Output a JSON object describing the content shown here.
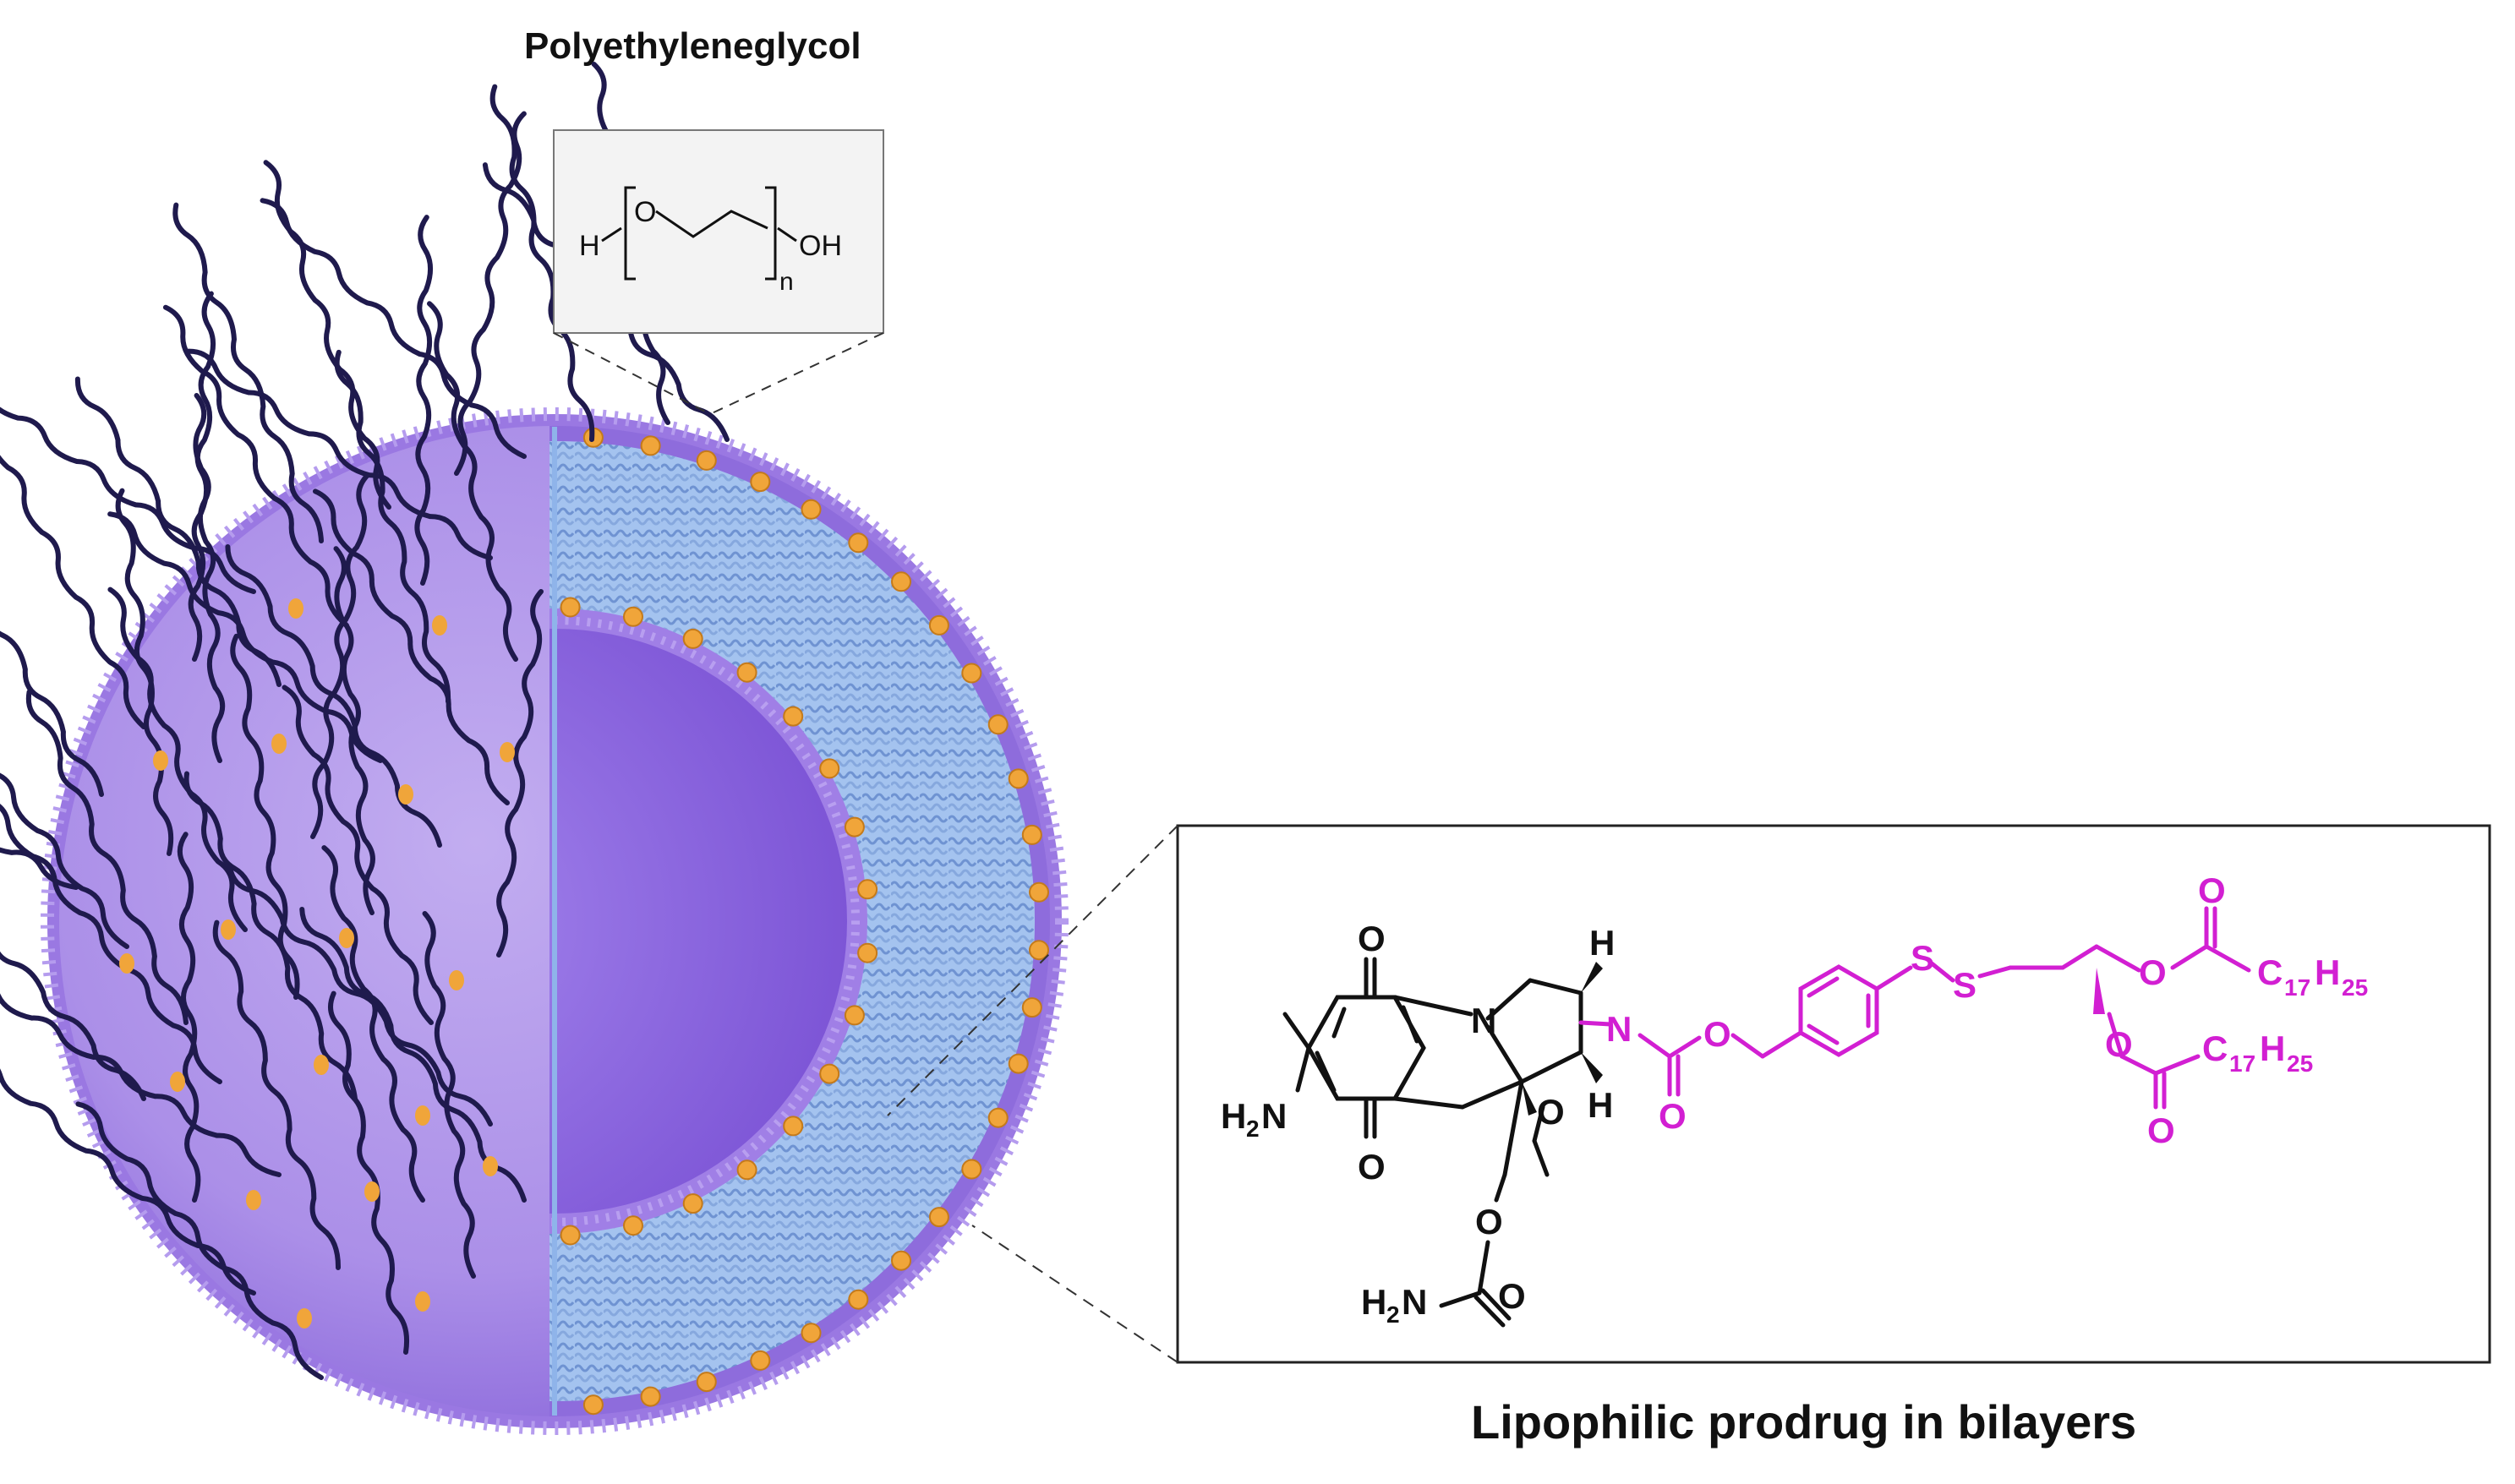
{
  "labels": {
    "peg_title": "Polyethyleneglycol",
    "prodrug_title": "Lipophilic prodrug in bilayers"
  },
  "peg_structure": {
    "h_left": "H",
    "oxygen": "O",
    "subscript_n": "n",
    "oh_right": "OH"
  },
  "prodrug_structure": {
    "atoms_black": {
      "o_top": "O",
      "h2n_left_h": "H",
      "h2n_left_2": "2",
      "h2n_left_n": "N",
      "o_bottom": "O",
      "n_ring": "N",
      "h_top": "H",
      "h_bottom": "H",
      "o_methoxy": "O",
      "o_carbamate_link": "O",
      "h2n_carb_h": "H",
      "h2n_carb_2": "2",
      "h2n_carb_n": "N",
      "o_carb_dbl": "O"
    },
    "atoms_magenta": {
      "n_aziridine": "N",
      "o_carbonyl": "O",
      "o_ester": "O",
      "s1": "S",
      "s2": "S",
      "o_top_carbonyl": "O",
      "o_ester_top": "O",
      "chain_top_c": "C",
      "chain_top_sub1": "17",
      "chain_top_h": "H",
      "chain_top_sub2": "25",
      "o_ester_mid": "O",
      "chain_mid_c": "C",
      "chain_mid_sub1": "17",
      "chain_mid_h": "H",
      "chain_mid_sub2": "25",
      "o_bottom_carbonyl": "O"
    }
  },
  "colors": {
    "outer_purple": "#a98ae6",
    "core_purple": "#8a63e0",
    "bilayer_blue": "#93b7ea",
    "headgroup_orange": "#f0a53a",
    "peg_chain": "#1f1a4d",
    "prodrug_magenta": "#d21fd2",
    "text_black": "#111111"
  }
}
